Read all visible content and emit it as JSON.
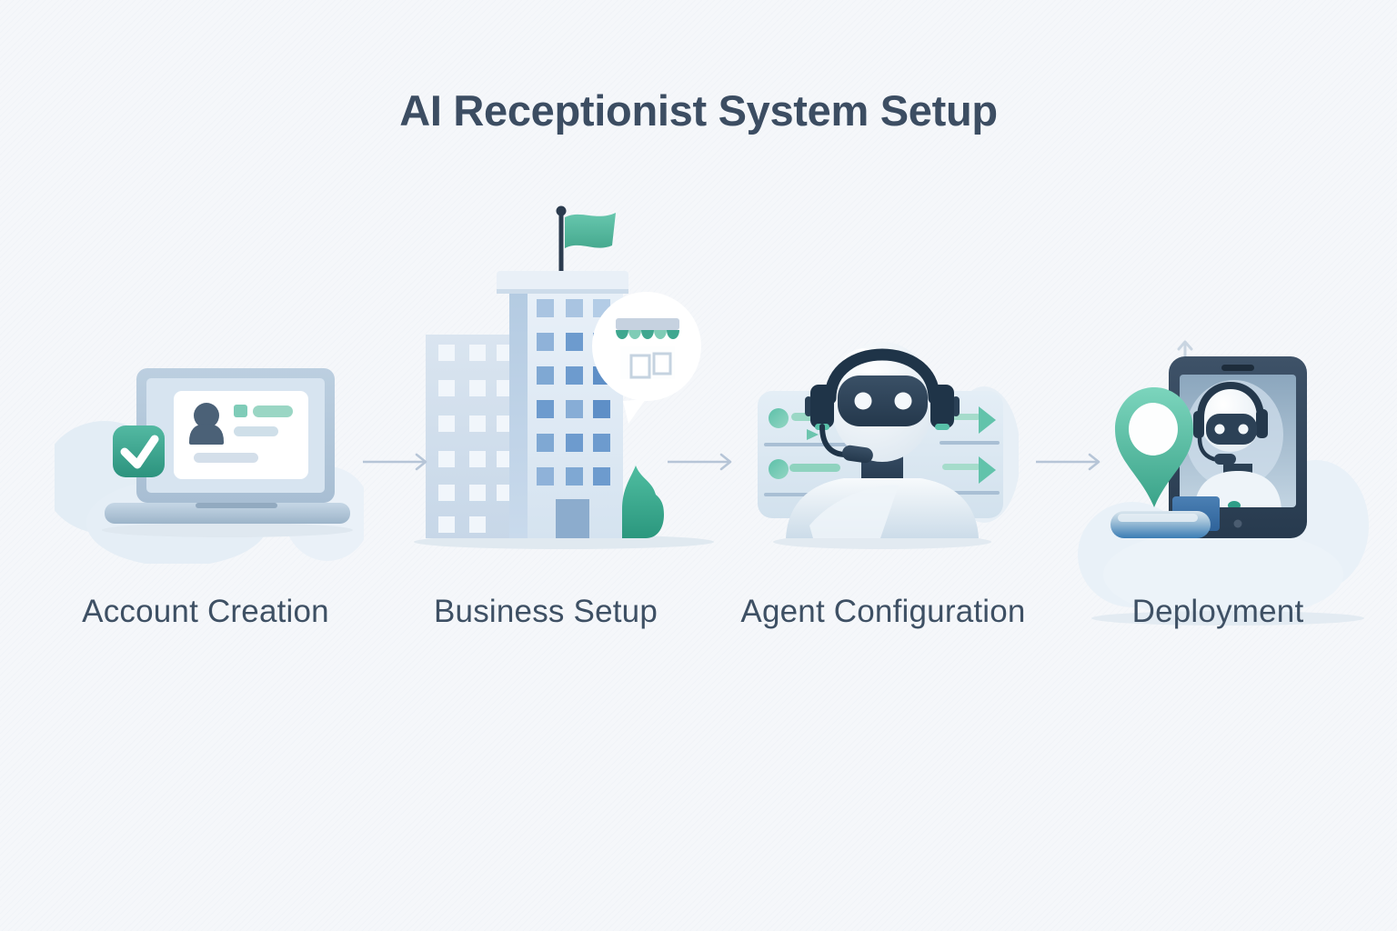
{
  "title": "AI Receptionist System Setup",
  "steps": [
    {
      "id": "account-creation",
      "label": "Account Creation",
      "icon": "laptop-profile-check-illustration"
    },
    {
      "id": "business-setup",
      "label": "Business Setup",
      "icon": "office-building-storefront-illustration"
    },
    {
      "id": "agent-configuration",
      "label": "Agent Configuration",
      "icon": "robot-headset-settings-illustration"
    },
    {
      "id": "deployment",
      "label": "Deployment",
      "icon": "tablet-robot-location-pin-illustration"
    }
  ],
  "connectors": {
    "count": 3,
    "direction": "right",
    "color": "#b6c5d7"
  },
  "colors": {
    "background": "#f5f7fa",
    "title_text": "#3c4d62",
    "label_text": "#3e5064",
    "accent_teal": "#4db6a0",
    "accent_navy": "#1f3448",
    "window_blue": "#6d9bce",
    "soft_blue": "#d9e5f0"
  }
}
